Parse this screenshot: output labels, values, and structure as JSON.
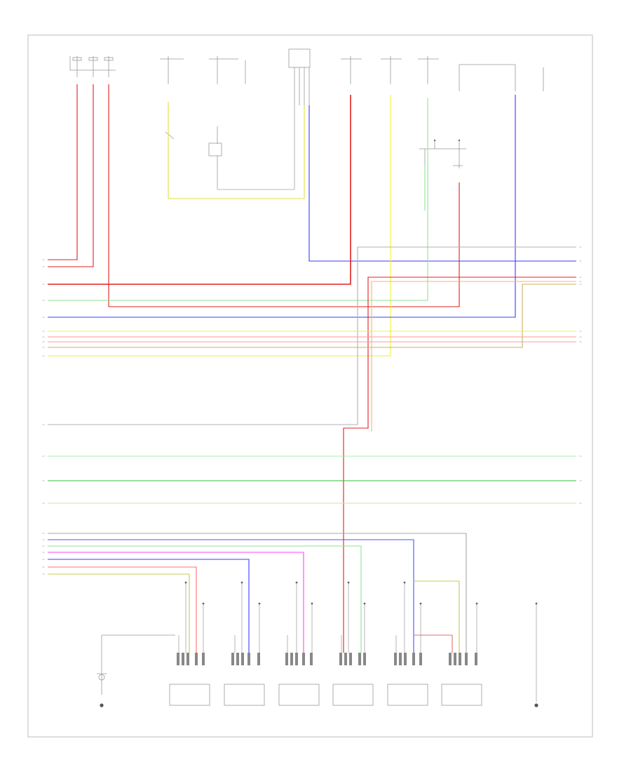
{
  "footer_code": "",
  "colors": {
    "frame": "#c8c8c8",
    "red": "#e02020",
    "pink": "#ff9a9a",
    "yellow": "#f2f23a",
    "lightgreen": "#8ee68e",
    "green": "#2fc22f",
    "blue": "#3a3aff",
    "violet": "#ff44ff",
    "gray": "#a8a8a8",
    "darkyellow": "#c8c850",
    "orange": "#ffb070",
    "tan": "#d8c890"
  },
  "components": [
    "top-fuse-1",
    "top-fuse-2",
    "top-fuse-3",
    "top-switch-left",
    "top-switch-center",
    "top-connector-block",
    "top-fuse-4",
    "top-fuse-5",
    "top-fuse-6",
    "top-fuse-7",
    "bottom-module-1",
    "bottom-module-2",
    "bottom-module-3",
    "bottom-module-4",
    "bottom-module-5",
    "bottom-module-6",
    "left-ground",
    "right-ground"
  ]
}
